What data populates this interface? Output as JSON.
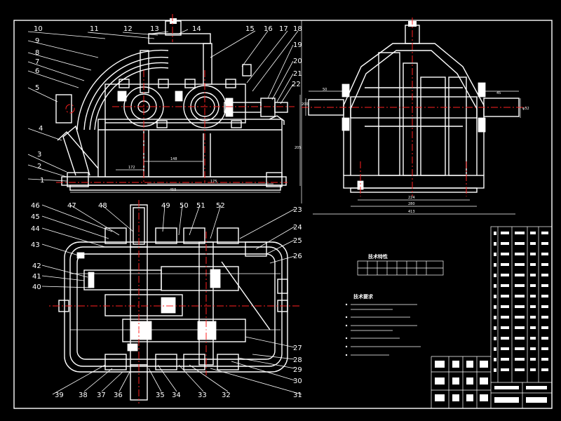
{
  "colors": {
    "background": "#000000",
    "line": "#ffffff",
    "centerline": "#ff2020"
  },
  "front_view": {
    "callouts": [
      "1",
      "2",
      "3",
      "4",
      "5",
      "6",
      "7",
      "8",
      "9",
      "10",
      "11",
      "12",
      "13",
      "14",
      "15",
      "16",
      "17",
      "18",
      "19",
      "20",
      "21",
      "22"
    ],
    "dims": {
      "d172": "172",
      "d148": "148",
      "d455": "455",
      "d175": "175"
    }
  },
  "side_view": {
    "dims": {
      "d50": "50",
      "d45": "45",
      "dphi32": "φ32",
      "d200": "200",
      "d205": "205",
      "d224": "224",
      "d280": "280",
      "d413": "413"
    }
  },
  "plan_view": {
    "callouts": [
      "23",
      "24",
      "25",
      "26",
      "27",
      "28",
      "29",
      "30",
      "31",
      "32",
      "33",
      "34",
      "35",
      "36",
      "37",
      "38",
      "39",
      "40",
      "41",
      "42",
      "43",
      "44",
      "45",
      "46",
      "47",
      "48",
      "49",
      "50",
      "51",
      "52"
    ]
  },
  "tech_table": {
    "title": "技术特性"
  },
  "requirements": {
    "title": "技术要求"
  }
}
